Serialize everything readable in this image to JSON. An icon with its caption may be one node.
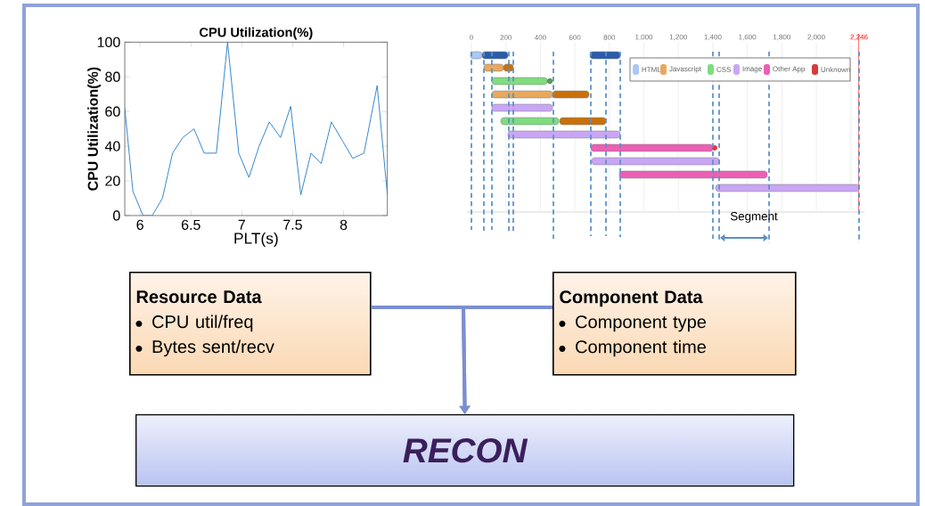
{
  "diagram": {
    "nodes": [
      {
        "text": [
          "Resource Data",
          "CPU util/freq",
          "Bytes sent/recv"
        ]
      },
      {
        "text": [
          "Component Data",
          "Component type",
          "Component time"
        ]
      },
      {
        "text": [
          "RECON"
        ]
      }
    ],
    "edges": [
      {
        "from": 0,
        "to": 2,
        "arrow": "to"
      },
      {
        "from": 1,
        "to": 2,
        "arrow": "to"
      }
    ],
    "labels": [
      "0",
      "200",
      "400",
      "600",
      "800",
      "1,000",
      "1,200",
      "1,400",
      "1,600",
      "1,800",
      "2,000",
      "2,246",
      "Segment"
    ],
    "legend": [
      {
        "text": "HTML",
        "color": "#a9c8f5"
      },
      {
        "text": "Javascript",
        "color": "#e8a95c"
      },
      {
        "text": "CSS",
        "color": "#7fdc7f"
      },
      {
        "text": "Image",
        "color": "#c9a6f5"
      },
      {
        "text": "Other App",
        "color": "#ec5fb5"
      },
      {
        "text": "Unknown",
        "color": "#d93a3a"
      }
    ],
    "chart_data": {
      "type": "line",
      "title": "CPU Utilization(%)",
      "xlabel": "PLT(s)",
      "ylabel": "CPU Utilization(%)",
      "x": [
        5.85,
        5.93,
        6.03,
        6.12,
        6.22,
        6.32,
        6.42,
        6.53,
        6.63,
        6.75,
        6.86,
        6.97,
        7.07,
        7.17,
        7.27,
        7.38,
        7.48,
        7.58,
        7.68,
        7.78,
        7.88,
        7.99,
        8.09,
        8.2,
        8.33,
        8.43
      ],
      "series": [
        {
          "color": "#2a7fc9",
          "values": [
            62,
            14,
            0,
            0,
            10,
            36,
            45,
            50,
            36,
            36,
            100,
            36,
            22,
            40,
            54,
            45,
            63,
            12,
            36,
            30,
            54,
            43,
            33,
            36,
            75,
            12
          ]
        }
      ],
      "xlim": [
        5.85,
        8.43
      ],
      "ylim": [
        0,
        100
      ],
      "xticks": [
        6,
        6.5,
        7,
        7.5,
        8
      ],
      "yticks": [
        0,
        20,
        40,
        60,
        80,
        100
      ]
    }
  }
}
